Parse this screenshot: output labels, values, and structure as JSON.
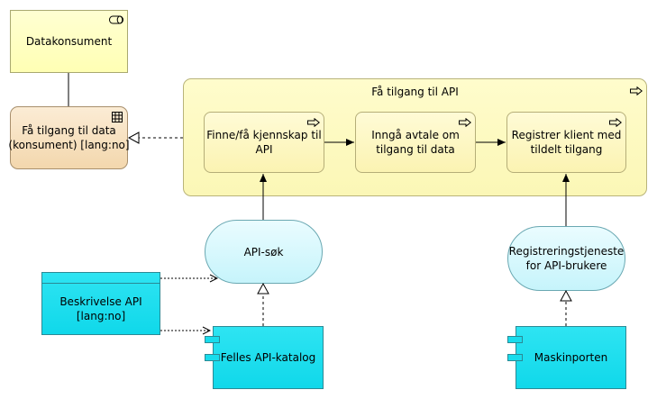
{
  "nodes": {
    "datakonsument": "Datakonsument",
    "faa_tilgang_data_line1": "Få tilgang til data",
    "faa_tilgang_data_line2": "(konsument) [lang:no]",
    "faa_tilgang_api": "Få tilgang til API",
    "finne_line1": "Finne/få kjennskap til",
    "finne_line2": "API",
    "inngaa_line1": "Inngå avtale om",
    "inngaa_line2": "tilgang til data",
    "registrer_line1": "Registrer klient med",
    "registrer_line2": "tildelt tilgang",
    "api_sok": "API-søk",
    "registrering_line1": "Registreringstjeneste",
    "registrering_line2": "for API-brukere",
    "beskrivelse_line1": "Beskrivelse API",
    "beskrivelse_line2": "[lang:no]",
    "felles_katalog": "Felles API-katalog",
    "maskinporten": "Maskinporten"
  },
  "icons": {
    "actor": "business-role-icon",
    "function": "business-function-icon",
    "process": "process-arrow-icon",
    "component": "application-component-icon",
    "data": "data-object-icon"
  }
}
